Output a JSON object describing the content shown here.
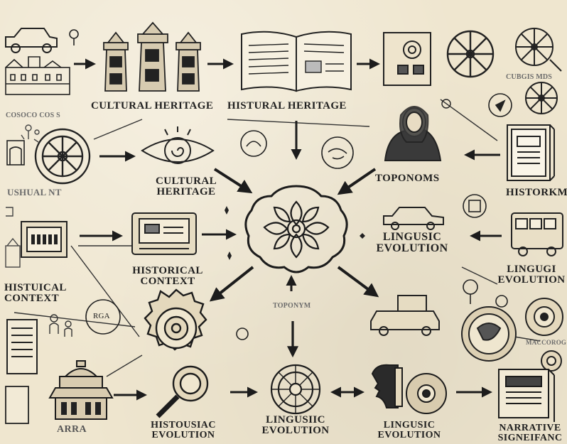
{
  "labels": {
    "cultural_heritage_top": "CULTURAL HERITAGE",
    "histural_heritage": "HISTURAL HERITAGE",
    "cultural_heritage_mid": "CULTURAL\nHERITAGE",
    "toponoms": "TOPONOMS",
    "historkm": "HISTORKM",
    "historical_context": "HISTORICAL\nCONTEXT",
    "histuical_context": "HISTUICAL\nCONTEXT",
    "linguistic_evolution_center": "LINGUSIC\nEVOLUTION",
    "linguistic_evolution_right": "LINGUGI\nEVOLUTION",
    "histousiac_evolution": "HISTOUSIAC\nEVOLUTION",
    "linguistic_evolution_bottom": "LINGUSIIC\nEVOLUTION",
    "linguistic_evolution_bottom_right": "LINGUSIC\nEVOLUTION",
    "narrative_significance": "NARRATIVE\nSIGNEIFANC",
    "arra": "ARRA",
    "toponym_faint": "TOPONYM",
    "rba_badge": "RGA",
    "left_faint_top": "COSOCO COS S",
    "left_faint_mid": "USHUAL NT",
    "right_faint_top": "CUBGIS MDS",
    "right_faint_mid": "MACCOROG"
  }
}
